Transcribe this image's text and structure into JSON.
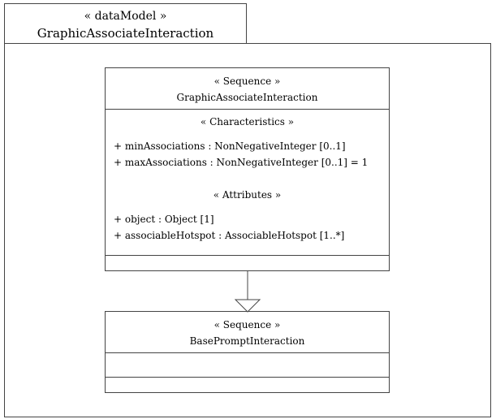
{
  "package": {
    "stereotype": "« dataModel »",
    "name": "GraphicAssociateInteraction"
  },
  "classes": {
    "main": {
      "stereotype": "« Sequence »",
      "name": "GraphicAssociateInteraction",
      "characteristics_header": "« Characteristics »",
      "characteristics": [
        "+ minAssociations : NonNegativeInteger [0..1]",
        "+ maxAssociations : NonNegativeInteger [0..1] = 1"
      ],
      "attributes_header": "« Attributes »",
      "attributes": [
        "+ object : Object [1]",
        "+ associableHotspot : AssociableHotspot [1..*]"
      ]
    },
    "base": {
      "stereotype": "« Sequence »",
      "name": "BasePromptInteraction"
    }
  },
  "relationships": [
    {
      "type": "generalization",
      "from": "GraphicAssociateInteraction",
      "to": "BasePromptInteraction"
    }
  ]
}
